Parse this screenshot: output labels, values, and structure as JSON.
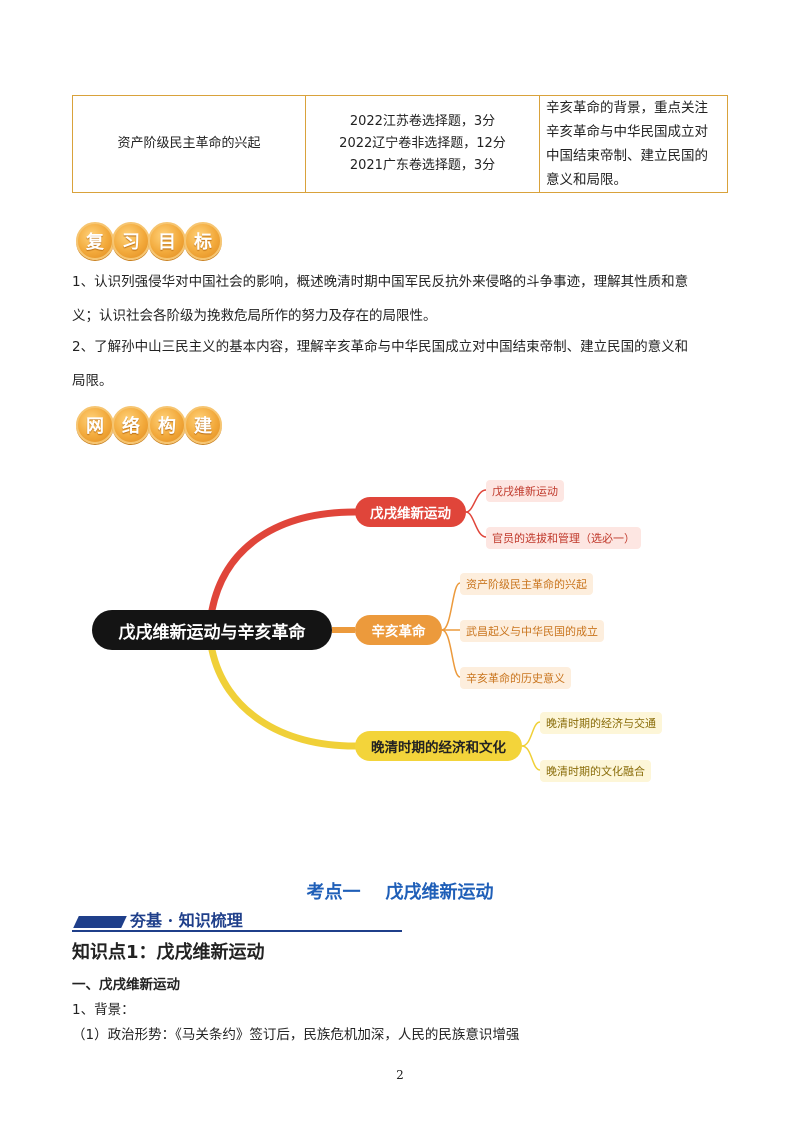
{
  "table": {
    "topic": "资产阶级民主革命的兴起",
    "exams": [
      "2022江苏卷选择题，3分",
      "2022辽宁卷非选择题，12分",
      "2021广东卷选择题，3分"
    ],
    "focus": [
      "辛亥革命的背景，重点关注",
      "辛亥革命与中华民国成立对",
      "中国结束帝制、建立民国的",
      "意义和局限。"
    ]
  },
  "review": {
    "heading": [
      "复",
      "习",
      "目",
      "标"
    ],
    "item1_line1": "1、认识列强侵华对中国社会的影响，概述晚清时期中国军民反抗外来侵略的斗争事迹，理解其性质和意",
    "item1_line2": "义；认识社会各阶级为挽救危局所作的努力及存在的局限性。",
    "item2_line1": "2、了解孙中山三民主义的基本内容，理解辛亥革命与中华民国成立对中国结束帝制、建立民国的意义和",
    "item2_line2": "局限。"
  },
  "network": {
    "heading": [
      "网",
      "络",
      "构",
      "建"
    ],
    "root": "戊戌维新运动与辛亥革命",
    "branch1": "戊戌维新运动",
    "branch1_leaves": [
      "戊戌维新运动",
      "官员的选拔和管理（选必一）"
    ],
    "branch2": "辛亥革命",
    "branch2_leaves": [
      "资产阶级民主革命的兴起",
      "武昌起义与中华民国的成立",
      "辛亥革命的历史意义"
    ],
    "branch3": "晚清时期的经济和文化",
    "branch3_leaves": [
      "晚清时期的经济与交通",
      "晚清时期的文化融合"
    ]
  },
  "section": {
    "title": "考点一    戊戌维新运动",
    "banner": "夯基 · 知识梳理",
    "kp_title": "知识点1：戊戌维新运动",
    "sub1": "一、戊戌维新运动",
    "sub2": "1、背景：",
    "sub3": "（1）政治形势：《马关条约》签订后，民族危机加深，人民的民族意识增强"
  },
  "page_number": "2",
  "colors": {
    "border": "#d9a23b",
    "red": "#e0453a",
    "orange": "#ec9a3c",
    "yellow": "#f0d038",
    "blue": "#1f5fb8"
  }
}
